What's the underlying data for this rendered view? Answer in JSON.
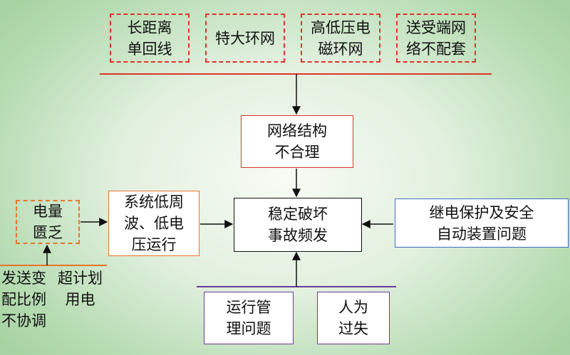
{
  "top_causes": [
    {
      "lines": [
        "长距离",
        "单回线"
      ]
    },
    {
      "lines": [
        "特大环网"
      ]
    },
    {
      "lines": [
        "高低压电",
        "磁环网"
      ]
    },
    {
      "lines": [
        "送受端网",
        "络不配套"
      ]
    }
  ],
  "network_structure": {
    "lines": [
      "网络结构",
      "不合理"
    ]
  },
  "center": {
    "lines": [
      "稳定破坏",
      "事故频发"
    ]
  },
  "power_shortage": {
    "lines": [
      "电量",
      "匮乏"
    ]
  },
  "low_frequency": {
    "lines": [
      "系统低周",
      "波、低电",
      "压运行"
    ]
  },
  "protection": {
    "lines": [
      "继电保护及安全",
      "自动装置问题"
    ]
  },
  "operation_mgmt": {
    "lines": [
      "运行管",
      "理问题"
    ]
  },
  "human_error": {
    "lines": [
      "人为",
      "过失"
    ]
  },
  "generation_ratio": {
    "lines": [
      "发送变",
      "配比例",
      "不协调"
    ]
  },
  "excess_demand": {
    "lines": [
      "超计划",
      "用电"
    ]
  },
  "colors": {
    "red": "#e0342c",
    "orange": "#e8762a",
    "blue": "#3f6ec2",
    "purple": "#6a3b9c",
    "black": "#111111"
  }
}
